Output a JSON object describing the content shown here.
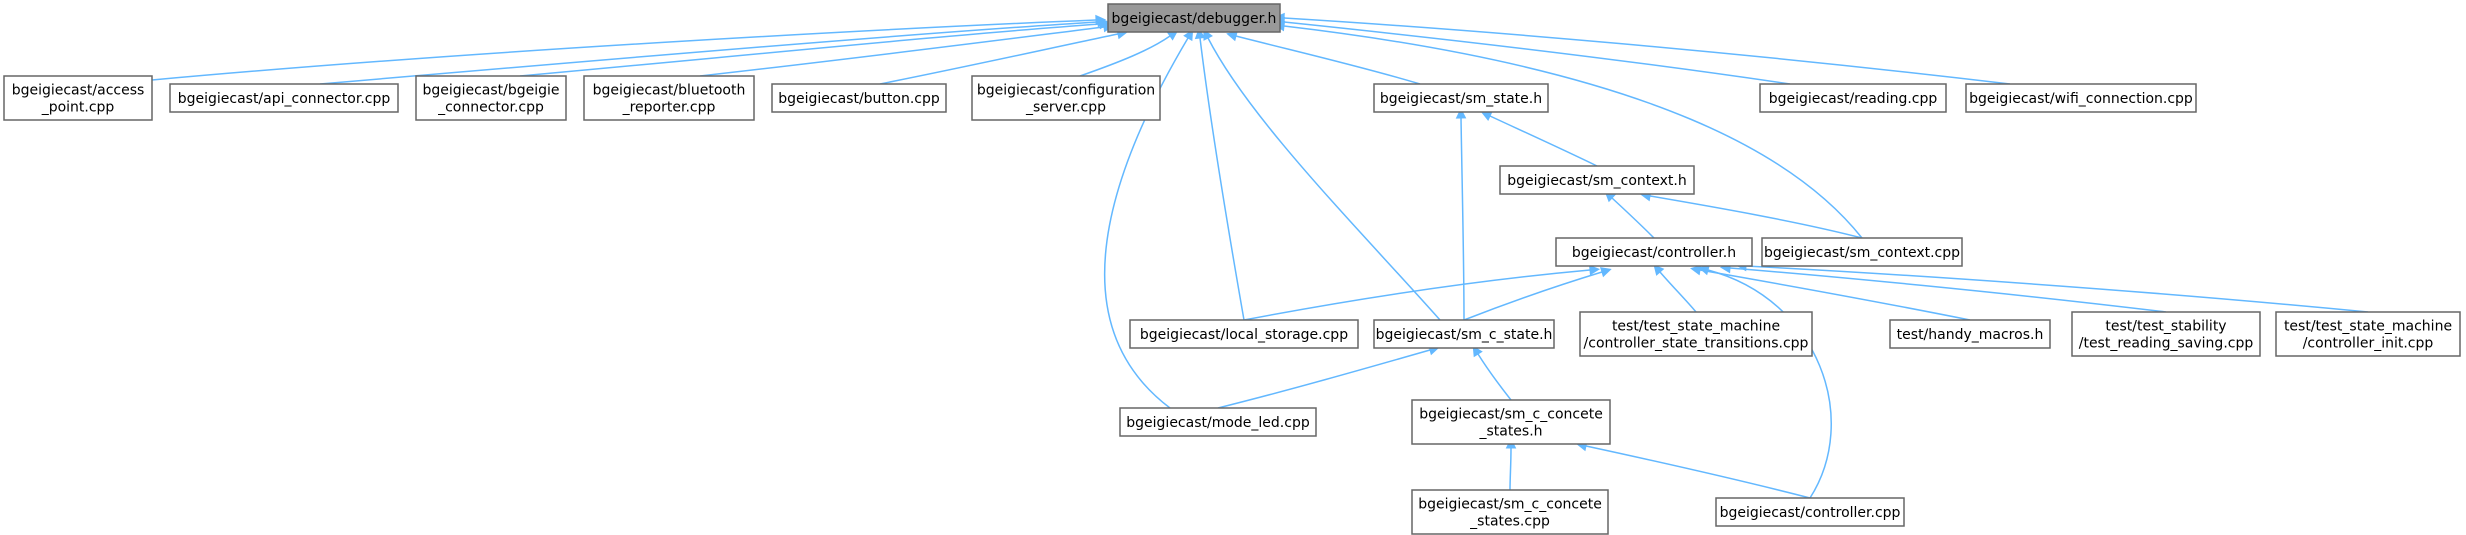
{
  "graph": {
    "nodes": [
      {
        "id": "debugger_h",
        "lines": [
          "bgeigiecast/debugger.h"
        ],
        "root": true
      },
      {
        "id": "access_point",
        "lines": [
          "bgeigiecast/access",
          "_point.cpp"
        ]
      },
      {
        "id": "api_connector",
        "lines": [
          "bgeigiecast/api_connector.cpp"
        ]
      },
      {
        "id": "bgeigie_connector",
        "lines": [
          "bgeigiecast/bgeigie",
          "_connector.cpp"
        ]
      },
      {
        "id": "bluetooth_reporter",
        "lines": [
          "bgeigiecast/bluetooth",
          "_reporter.cpp"
        ]
      },
      {
        "id": "button",
        "lines": [
          "bgeigiecast/button.cpp"
        ]
      },
      {
        "id": "configuration_server",
        "lines": [
          "bgeigiecast/configuration",
          "_server.cpp"
        ]
      },
      {
        "id": "sm_state_h",
        "lines": [
          "bgeigiecast/sm_state.h"
        ]
      },
      {
        "id": "reading",
        "lines": [
          "bgeigiecast/reading.cpp"
        ]
      },
      {
        "id": "wifi_connection",
        "lines": [
          "bgeigiecast/wifi_connection.cpp"
        ]
      },
      {
        "id": "sm_context_h",
        "lines": [
          "bgeigiecast/sm_context.h"
        ]
      },
      {
        "id": "controller_h",
        "lines": [
          "bgeigiecast/controller.h"
        ]
      },
      {
        "id": "sm_context_cpp",
        "lines": [
          "bgeigiecast/sm_context.cpp"
        ]
      },
      {
        "id": "local_storage",
        "lines": [
          "bgeigiecast/local_storage.cpp"
        ]
      },
      {
        "id": "sm_c_state_h",
        "lines": [
          "bgeigiecast/sm_c_state.h"
        ]
      },
      {
        "id": "controller_state_transitions",
        "lines": [
          "test/test_state_machine",
          "/controller_state_transitions.cpp"
        ]
      },
      {
        "id": "handy_macros",
        "lines": [
          "test/handy_macros.h"
        ]
      },
      {
        "id": "test_reading_saving",
        "lines": [
          "test/test_stability",
          "/test_reading_saving.cpp"
        ]
      },
      {
        "id": "controller_init",
        "lines": [
          "test/test_state_machine",
          "/controller_init.cpp"
        ]
      },
      {
        "id": "mode_led",
        "lines": [
          "bgeigiecast/mode_led.cpp"
        ]
      },
      {
        "id": "sm_c_concete_states_h",
        "lines": [
          "bgeigiecast/sm_c_concete",
          "_states.h"
        ]
      },
      {
        "id": "sm_c_concete_states_cpp",
        "lines": [
          "bgeigiecast/sm_c_concete",
          "_states.cpp"
        ]
      },
      {
        "id": "controller_cpp",
        "lines": [
          "bgeigiecast/controller.cpp"
        ]
      }
    ],
    "edges": [
      {
        "from": "access_point",
        "to": "debugger_h"
      },
      {
        "from": "api_connector",
        "to": "debugger_h"
      },
      {
        "from": "bgeigie_connector",
        "to": "debugger_h"
      },
      {
        "from": "bluetooth_reporter",
        "to": "debugger_h"
      },
      {
        "from": "button",
        "to": "debugger_h"
      },
      {
        "from": "configuration_server",
        "to": "debugger_h"
      },
      {
        "from": "sm_state_h",
        "to": "debugger_h"
      },
      {
        "from": "reading",
        "to": "debugger_h"
      },
      {
        "from": "wifi_connection",
        "to": "debugger_h"
      },
      {
        "from": "sm_context_cpp",
        "to": "debugger_h"
      },
      {
        "from": "local_storage",
        "to": "debugger_h"
      },
      {
        "from": "sm_c_state_h",
        "to": "debugger_h"
      },
      {
        "from": "mode_led",
        "to": "debugger_h"
      },
      {
        "from": "sm_context_h",
        "to": "sm_state_h"
      },
      {
        "from": "sm_c_state_h",
        "to": "sm_state_h"
      },
      {
        "from": "controller_h",
        "to": "sm_context_h"
      },
      {
        "from": "sm_context_cpp",
        "to": "sm_context_h"
      },
      {
        "from": "local_storage",
        "to": "controller_h"
      },
      {
        "from": "sm_c_state_h",
        "to": "controller_h"
      },
      {
        "from": "controller_state_transitions",
        "to": "controller_h"
      },
      {
        "from": "handy_macros",
        "to": "controller_h"
      },
      {
        "from": "test_reading_saving",
        "to": "controller_h"
      },
      {
        "from": "controller_init",
        "to": "controller_h"
      },
      {
        "from": "controller_cpp",
        "to": "controller_h"
      },
      {
        "from": "mode_led",
        "to": "sm_c_state_h"
      },
      {
        "from": "sm_c_concete_states_h",
        "to": "sm_c_state_h"
      },
      {
        "from": "sm_c_concete_states_cpp",
        "to": "sm_c_concete_states_h"
      },
      {
        "from": "controller_cpp",
        "to": "sm_c_concete_states_h"
      }
    ]
  }
}
